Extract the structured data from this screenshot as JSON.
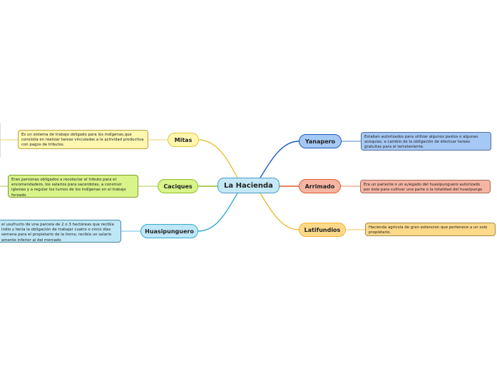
{
  "map": {
    "center": {
      "label": "La Hacienda"
    },
    "branches": {
      "mitas": {
        "label": "Mitas",
        "note": "Es un sistema de trabajo obligado para los indígenas,que consistía en realizar tareas vinculadas a la actividad productiva con pagos de tributos.",
        "color": "#e3c63a",
        "fill": "#fff7b0"
      },
      "caciques": {
        "label": "Caciques",
        "note": "Eran personas obligados a recolectar el tributo para el encomendadero, los salarios para sacerdotes, a construir iglesias y a regular los turnos de los indígenas en el trabajo forzado.",
        "color": "#8fbf26",
        "fill": "#d8f48a"
      },
      "huasipunguero": {
        "label": "Huasipunguero",
        "note": "el usufructo de una parcela de 2 o 3 hectáreas que recibía indio y tenía la obligación de trabajar cuatro o cinco días semana para el propietario de la tierra; recibía un salario amente inferior al del mercado",
        "color": "#37a9cf",
        "fill": "#bfe7f7"
      },
      "yanapero": {
        "label": "Yanapero",
        "note": "Estaban autorizados para utilizar algunos pastos o algunas acequias, a cambio de la obligación de efectuar tareas gratuitas para el terrateniente.",
        "color": "#1a5bbf",
        "fill": "#a6c8f5"
      },
      "arrimado": {
        "label": "Arrimado",
        "note": "Era un pariente o un a¡legado del huasipunguero autorizado por éste para cultivar una parte o la totalidad del huasipungo",
        "color": "#e2572e",
        "fill": "#f6b5a3"
      },
      "latifundios": {
        "label": "Latifundios",
        "note": "Hacienda agrícola de gran extencion que pertenece a un solo propietario.",
        "color": "#f2b52e",
        "fill": "#fdd98a"
      }
    }
  }
}
